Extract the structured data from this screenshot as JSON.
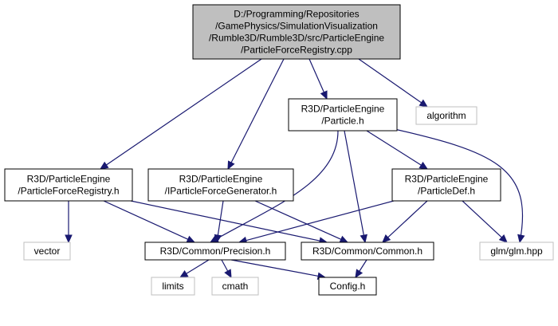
{
  "colors": {
    "edge": "#191970",
    "highlight_fill": "#bfbfbf",
    "normal_border": "#000000",
    "external_border": "#bfbfbf",
    "background": "#ffffff"
  },
  "nodes": [
    {
      "id": "main",
      "kind": "highlight",
      "lines": [
        "D:/Programming/Repositories",
        "/GamePhysics/SimulationVisualization",
        "/Rumble3D/Rumble3D/src/ParticleEngine",
        "/ParticleForceRegistry.cpp"
      ]
    },
    {
      "id": "particle_h",
      "kind": "normal",
      "lines": [
        "R3D/ParticleEngine",
        "/Particle.h"
      ]
    },
    {
      "id": "algorithm",
      "kind": "external",
      "lines": [
        "algorithm"
      ]
    },
    {
      "id": "registry_h",
      "kind": "normal",
      "lines": [
        "R3D/ParticleEngine",
        "/ParticleForceRegistry.h"
      ]
    },
    {
      "id": "generator_h",
      "kind": "normal",
      "lines": [
        "R3D/ParticleEngine",
        "/IParticleForceGenerator.h"
      ]
    },
    {
      "id": "particledef_h",
      "kind": "normal",
      "lines": [
        "R3D/ParticleEngine",
        "/ParticleDef.h"
      ]
    },
    {
      "id": "vector",
      "kind": "external",
      "lines": [
        "vector"
      ]
    },
    {
      "id": "precision_h",
      "kind": "normal",
      "lines": [
        "R3D/Common/Precision.h"
      ]
    },
    {
      "id": "common_h",
      "kind": "normal",
      "lines": [
        "R3D/Common/Common.h"
      ]
    },
    {
      "id": "glm_hpp",
      "kind": "external",
      "lines": [
        "glm/glm.hpp"
      ]
    },
    {
      "id": "limits",
      "kind": "external",
      "lines": [
        "limits"
      ]
    },
    {
      "id": "cmath",
      "kind": "external",
      "lines": [
        "cmath"
      ]
    },
    {
      "id": "config_h",
      "kind": "normal",
      "lines": [
        "Config.h"
      ]
    }
  ],
  "edges": [
    {
      "from": "main",
      "to": "particle_h"
    },
    {
      "from": "main",
      "to": "algorithm"
    },
    {
      "from": "main",
      "to": "registry_h"
    },
    {
      "from": "main",
      "to": "generator_h"
    },
    {
      "from": "particle_h",
      "to": "particledef_h"
    },
    {
      "from": "particle_h",
      "to": "glm_hpp"
    },
    {
      "from": "particle_h",
      "to": "precision_h"
    },
    {
      "from": "particle_h",
      "to": "common_h"
    },
    {
      "from": "registry_h",
      "to": "vector"
    },
    {
      "from": "registry_h",
      "to": "precision_h"
    },
    {
      "from": "registry_h",
      "to": "common_h"
    },
    {
      "from": "generator_h",
      "to": "precision_h"
    },
    {
      "from": "generator_h",
      "to": "common_h"
    },
    {
      "from": "particledef_h",
      "to": "precision_h"
    },
    {
      "from": "particledef_h",
      "to": "common_h"
    },
    {
      "from": "particledef_h",
      "to": "glm_hpp"
    },
    {
      "from": "precision_h",
      "to": "limits"
    },
    {
      "from": "precision_h",
      "to": "cmath"
    },
    {
      "from": "precision_h",
      "to": "config_h"
    },
    {
      "from": "common_h",
      "to": "config_h"
    }
  ]
}
